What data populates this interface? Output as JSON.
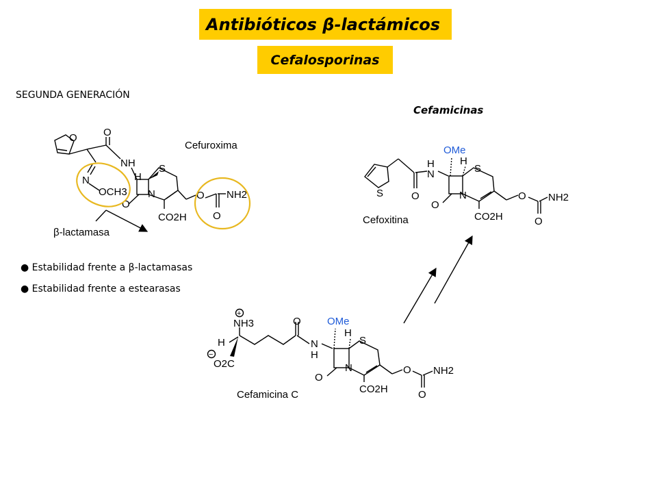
{
  "title": "Antibióticos β-lactámicos",
  "subtitle": "Cefalosporinas",
  "generation_label": "SEGUNDA GENERACIÓN",
  "cefamicinas_heading": "Cefamicinas",
  "bullets": [
    "Estabilidad frente a β-lactamasas",
    "Estabilidad frente a estearasas"
  ],
  "bullet_symbol": "●",
  "colors": {
    "banner": "#FFCC00",
    "highlight_ring": "#E8B820",
    "ome": "#1F5BD8"
  },
  "cefuroxima": {
    "name": "Cefuroxima",
    "lactamasa_label": "β-lactamasa",
    "atoms": {
      "furan_o": "O",
      "amide_o": "O",
      "nh": "NH",
      "n_oxime": "N",
      "och3": "OCH3",
      "s": "S",
      "h": "H",
      "n_ring": "N",
      "lactam_o": "O",
      "co2h": "CO2H",
      "carb_o": "O",
      "carb_o2": "O",
      "nh2": "NH2"
    }
  },
  "cefoxitina": {
    "name": "Cefoxitina",
    "atoms": {
      "ome": "OMe",
      "h_nh": "H",
      "n_amide": "N",
      "h": "H",
      "s_ring": "S",
      "s_thio": "S",
      "amide_o": "O",
      "lactam_o": "O",
      "n_ring": "N",
      "co2h": "CO2H",
      "carb_o": "O",
      "carb_o2": "O",
      "nh2": "NH2"
    }
  },
  "cefamicina_c": {
    "name": "Cefamicina C",
    "atoms": {
      "plus": "+",
      "nh3": "NH3",
      "h": "H",
      "minus": "−",
      "o2c": "O2C",
      "amide_o": "O",
      "n_amide": "N",
      "h_nh": "H",
      "ome": "OMe",
      "h_ring": "H",
      "s": "S",
      "n_ring": "N",
      "lactam_o": "O",
      "co2h": "CO2H",
      "carb_o": "O",
      "carb_o2": "O",
      "nh2": "NH2"
    }
  }
}
